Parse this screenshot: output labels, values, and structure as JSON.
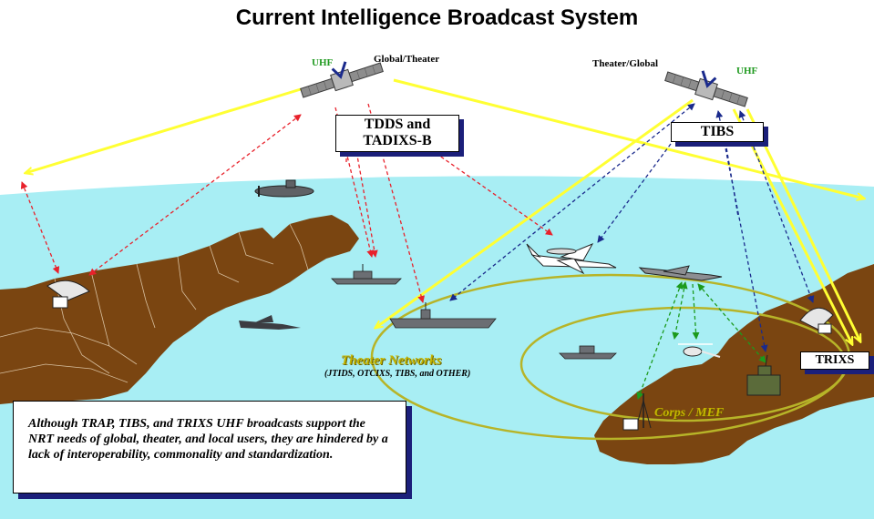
{
  "title": "Current Intelligence Broadcast System",
  "satellites": {
    "left": {
      "band": "UHF",
      "label": "Global/Theater"
    },
    "right": {
      "band": "UHF",
      "label": "Theater/Global"
    }
  },
  "boxes": {
    "tdds": "TDDS and TADIXS-B",
    "tibs": "TIBS",
    "trixs": "TRIXS"
  },
  "networks": {
    "theater": "Theater Networks",
    "theater_sub": "(JTIDS, OTCIXS, TIBS, and OTHER)",
    "corps": "Corps / MEF"
  },
  "note": "Although TRAP, TIBS, and TRIXS UHF broadcasts support the NRT needs of global, theater, and local users, they are hindered by a lack of interoperability, commonality and standardization.",
  "colors": {
    "ocean": "#a8eef4",
    "land": "#7a4511",
    "broadcast_arrow": "#ffff33",
    "global_link": "#e8212b",
    "theater_link": "#1a2a8c",
    "corps_link": "#1c9a1c",
    "network_ring": "#b7b428",
    "box_shadow": "#1b1f7a"
  }
}
